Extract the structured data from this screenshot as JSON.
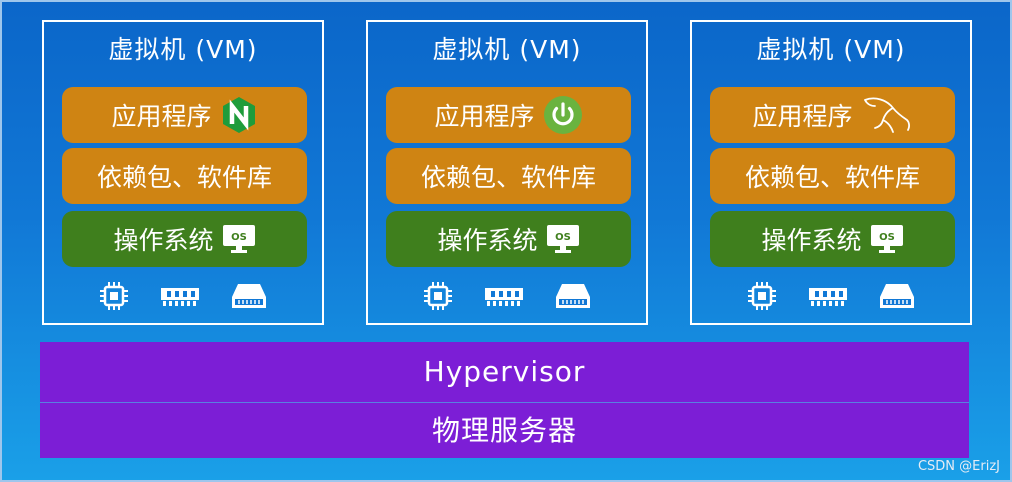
{
  "vms": [
    {
      "title": "虚拟机 (VM)",
      "app_label": "应用程序",
      "dependency_label": "依赖包、软件库",
      "os_label": "操作系统",
      "app_icon": "nginx-icon",
      "os_icon": "os-monitor-icon"
    },
    {
      "title": "虚拟机 (VM)",
      "app_label": "应用程序",
      "dependency_label": "依赖包、软件库",
      "os_label": "操作系统",
      "app_icon": "spring-power-icon",
      "os_icon": "os-monitor-icon"
    },
    {
      "title": "虚拟机 (VM)",
      "app_label": "应用程序",
      "dependency_label": "依赖包、软件库",
      "os_label": "操作系统",
      "app_icon": "mysql-dolphin-icon",
      "os_icon": "os-monitor-icon"
    }
  ],
  "hardware_icons": [
    "cpu-icon",
    "memory-icon",
    "disk-icon"
  ],
  "os_icon_text": "OS",
  "hypervisor_label": "Hypervisor",
  "physical_server_label": "物理服务器",
  "watermark": "CSDN @ErizJ",
  "colors": {
    "background_top": "#0b66c9",
    "background_bottom": "#1aa0e8",
    "app_layer": "#cf8413",
    "dependency_layer": "#cf8413",
    "os_layer": "#3f7f1d",
    "hypervisor": "#7c1ed6",
    "physical_server": "#7c1ed6",
    "nginx": "#1f9c3b",
    "spring": "#6ab33f"
  }
}
